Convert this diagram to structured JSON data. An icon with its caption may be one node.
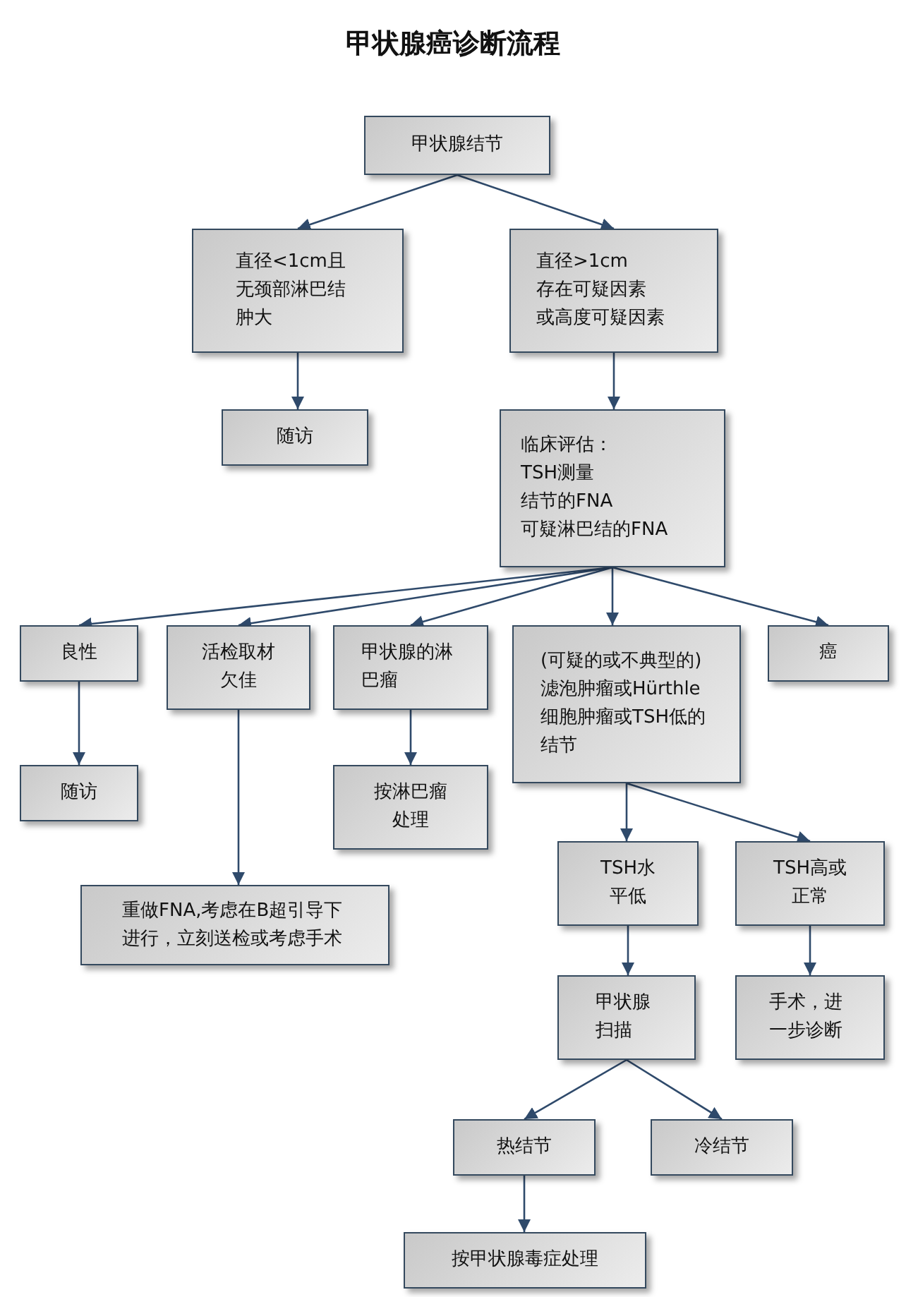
{
  "diagram": {
    "title": "甲状腺癌诊断流程",
    "nodes": [
      {
        "text": [
          "甲状腺结节"
        ]
      },
      {
        "text": [
          "直径<1cm且无颈部淋巴结肿大"
        ]
      },
      {
        "text": [
          "直径>1cm",
          "存在可疑因素",
          "或高度可疑因素"
        ]
      },
      {
        "text": [
          "随访"
        ]
      },
      {
        "text": [
          "临床评估：",
          "TSH测量",
          "结节的FNA",
          "可疑淋巴结的FNA"
        ]
      },
      {
        "text": [
          "良性"
        ]
      },
      {
        "text": [
          "活检取材欠佳"
        ]
      },
      {
        "text": [
          "甲状腺的淋巴瘤"
        ]
      },
      {
        "text": [
          "(可疑的或不典型的)滤泡肿瘤或Hürthle细胞肿瘤或TSH低的结节"
        ]
      },
      {
        "text": [
          "癌"
        ]
      },
      {
        "text": [
          "随访"
        ]
      },
      {
        "text": [
          "按淋巴瘤处理"
        ]
      },
      {
        "text": [
          "重做FNA,考虑在B超引导下进行，立刻送检或考虑手术"
        ]
      },
      {
        "text": [
          "TSH水平低"
        ]
      },
      {
        "text": [
          "TSH高或正常"
        ]
      },
      {
        "text": [
          "甲状腺扫描"
        ]
      },
      {
        "text": [
          "手术，进一步诊断"
        ]
      },
      {
        "text": [
          "热结节"
        ]
      },
      {
        "text": [
          "冷结节"
        ]
      },
      {
        "text": [
          "按甲状腺毒症处理"
        ]
      }
    ],
    "edges": [
      {
        "from": 0,
        "to": 1,
        "arrow": "to"
      },
      {
        "from": 0,
        "to": 2,
        "arrow": "to"
      },
      {
        "from": 1,
        "to": 3,
        "arrow": "to"
      },
      {
        "from": 2,
        "to": 4,
        "arrow": "to"
      },
      {
        "from": 4,
        "to": 5,
        "arrow": "to"
      },
      {
        "from": 4,
        "to": 6,
        "arrow": "to"
      },
      {
        "from": 4,
        "to": 7,
        "arrow": "to"
      },
      {
        "from": 4,
        "to": 8,
        "arrow": "to"
      },
      {
        "from": 4,
        "to": 9,
        "arrow": "to"
      },
      {
        "from": 5,
        "to": 10,
        "arrow": "to"
      },
      {
        "from": 6,
        "to": 12,
        "arrow": "to"
      },
      {
        "from": 7,
        "to": 11,
        "arrow": "to"
      },
      {
        "from": 8,
        "to": 13,
        "arrow": "to"
      },
      {
        "from": 8,
        "to": 14,
        "arrow": "to"
      },
      {
        "from": 13,
        "to": 15,
        "arrow": "to"
      },
      {
        "from": 14,
        "to": 16,
        "arrow": "to"
      },
      {
        "from": 15,
        "to": 17,
        "arrow": "to"
      },
      {
        "from": 15,
        "to": 18,
        "arrow": "to"
      },
      {
        "from": 17,
        "to": 19,
        "arrow": "to"
      }
    ]
  }
}
